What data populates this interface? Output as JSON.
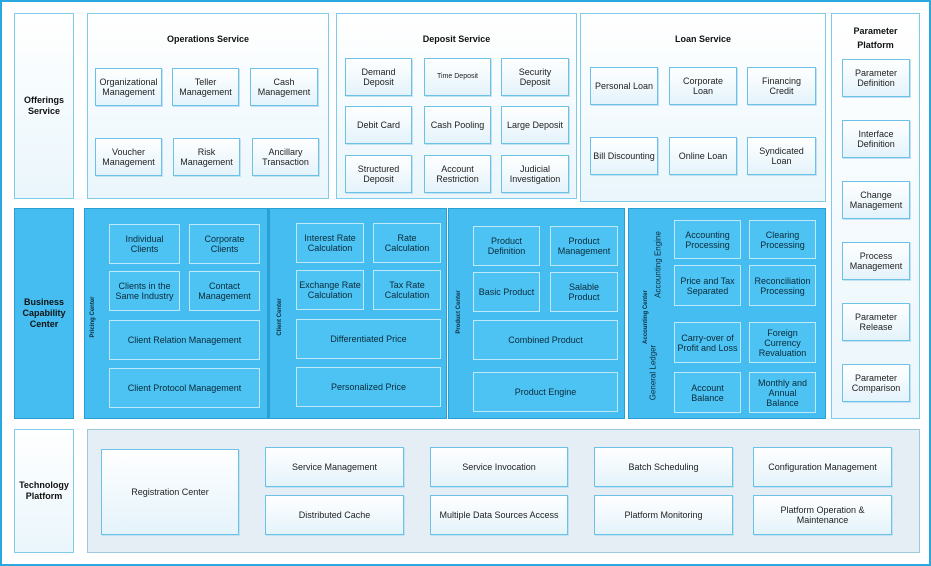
{
  "offerings": {
    "label": "Offerings Service",
    "operations": {
      "title": "Operations Service",
      "items": [
        "Organizational Management",
        "Teller Management",
        "Cash Management",
        "Voucher Management",
        "Risk Management",
        "Ancillary Transaction"
      ]
    },
    "deposit": {
      "title": "Deposit Service",
      "items": [
        "Demand Deposit",
        "Time Deposit",
        "Security Deposit",
        "Debit Card",
        "Cash Pooling",
        "Large Deposit",
        "Structured Deposit",
        "Account Restriction",
        "Judicial Investigation"
      ]
    },
    "loan": {
      "title": "Loan Service",
      "items": [
        "Personal Loan",
        "Corporate Loan",
        "Financing Credit",
        "Bill Discounting",
        "Online Loan",
        "Syndicated Loan"
      ]
    }
  },
  "parameter_platform": {
    "title": "Parameter Platform",
    "items": [
      "Parameter Definition",
      "Interface Definition",
      "Change Management",
      "Process Management",
      "Parameter Release",
      "Parameter Comparison"
    ]
  },
  "business": {
    "label": "Business Capability Center",
    "pricing": {
      "label": "Pricing Center",
      "items": [
        "Individual Clients",
        "Corporate Clients",
        "Clients in the Same Industry",
        "Contact Management",
        "Client Relation Management",
        "Client Protocol Management"
      ]
    },
    "client": {
      "label": "Client Center",
      "items": [
        "Interest Rate Calculation",
        "Rate Calculation",
        "Exchange Rate Calculation",
        "Tax Rate Calculation",
        "Differentiated Price",
        "Personalized Price"
      ]
    },
    "product": {
      "label": "Product Center",
      "items": [
        "Product Definition",
        "Product Management",
        "Basic Product",
        "Salable Product",
        "Combined Product",
        "Product Engine"
      ]
    },
    "accounting": {
      "label": "Accounting Center",
      "engine_label": "Accounting Engine",
      "ledger_label": "General Ledger",
      "items": [
        "Accounting Processing",
        "Clearing Processing",
        "Price and Tax Separated",
        "Reconciliation Processing",
        "Carry-over of Profit and Loss",
        "Foreign Currency Revaluation",
        "Account Balance",
        "Monthly and Annual Balance"
      ]
    }
  },
  "technology": {
    "label": "Technology Platform",
    "registration": "Registration Center",
    "items": [
      "Service Management",
      "Service Invocation",
      "Batch Scheduling",
      "Configuration Management",
      "Distributed Cache",
      "Multiple Data Sources Access",
      "Platform Monitoring",
      "Platform Operation & Maintenance"
    ]
  },
  "colors": {
    "border": "#29a8e0",
    "blue_panel": "#45bdf0",
    "light_panel": "#eaf6fc",
    "grey_panel": "#e6eef5"
  }
}
